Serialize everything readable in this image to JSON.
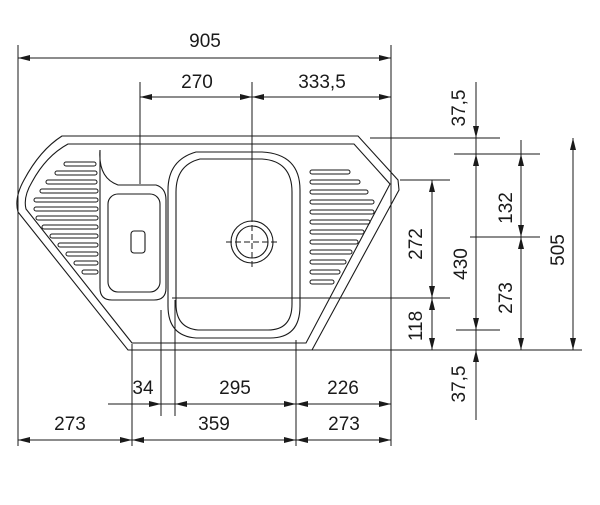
{
  "diagram": {
    "overall_width": "905",
    "left_to_drain": "270",
    "drain_to_right": "333,5",
    "bowl_left_offset": "34",
    "bowl_width": "295",
    "right_offset": "226",
    "bottom_left": "273",
    "bottom_middle": "359",
    "bottom_right": "273",
    "top_offset": "37,5",
    "upper_height": "132",
    "bowl_height": "272",
    "total_depth": "430",
    "lower_height": "273",
    "overall_depth": "505",
    "front_offset": "118",
    "bottom_offset": "37,5"
  }
}
